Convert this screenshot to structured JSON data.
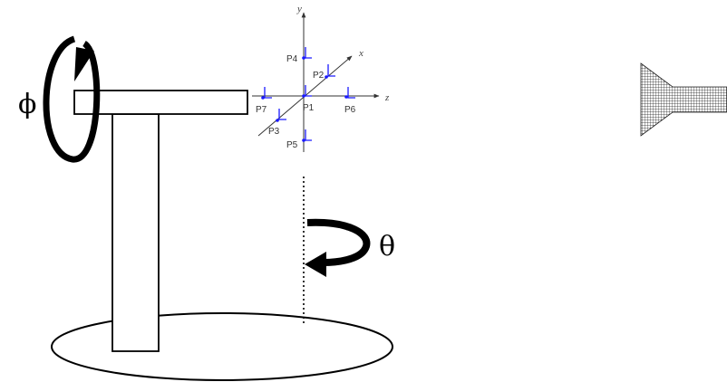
{
  "labels": {
    "phi": "ϕ",
    "theta": "θ"
  },
  "axes": {
    "x": "x",
    "y": "y",
    "z": "z"
  },
  "points": [
    {
      "id": "p1",
      "label": "P1"
    },
    {
      "id": "p2",
      "label": "P2"
    },
    {
      "id": "p3",
      "label": "P3"
    },
    {
      "id": "p4",
      "label": "P4"
    },
    {
      "id": "p5",
      "label": "P5"
    },
    {
      "id": "p6",
      "label": "P6"
    },
    {
      "id": "p7",
      "label": "P7"
    }
  ],
  "colors": {
    "ink": "#000000",
    "marker": "#1a1aff",
    "axis": "#333333"
  }
}
